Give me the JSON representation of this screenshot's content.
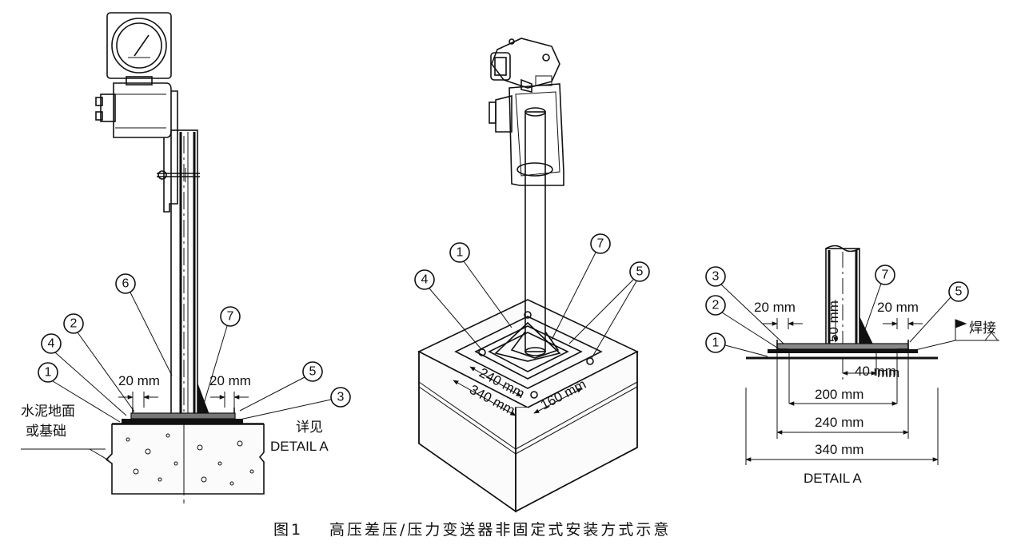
{
  "left_view": {
    "callouts": [
      "1",
      "2",
      "3",
      "4",
      "5",
      "6",
      "7"
    ],
    "dim_left": "20 mm",
    "dim_right": "20 mm",
    "ground_label_line1": "水泥地面",
    "ground_label_line2": "或基础",
    "detail_ref_line1": "详见",
    "detail_ref_line2": "DETAIL A"
  },
  "center_view": {
    "callouts": [
      "1",
      "4",
      "5",
      "7"
    ],
    "dim_240": "240 mm",
    "dim_340": "340 mm",
    "dim_160": "160 mm"
  },
  "detail_view": {
    "callouts": [
      "1",
      "2",
      "3",
      "5",
      "7"
    ],
    "dim_left": "20 mm",
    "dim_right": "20 mm",
    "dim_50": "50 mm",
    "dim_40": "40 mm",
    "dim_200": "200 mm",
    "dim_240": "240 mm",
    "dim_340": "340 mm",
    "weld_label": "焊接",
    "title": "DETAIL A"
  },
  "caption": {
    "prefix": "图1",
    "text": "高压差压/压力变送器非固定式安装方式示意"
  }
}
